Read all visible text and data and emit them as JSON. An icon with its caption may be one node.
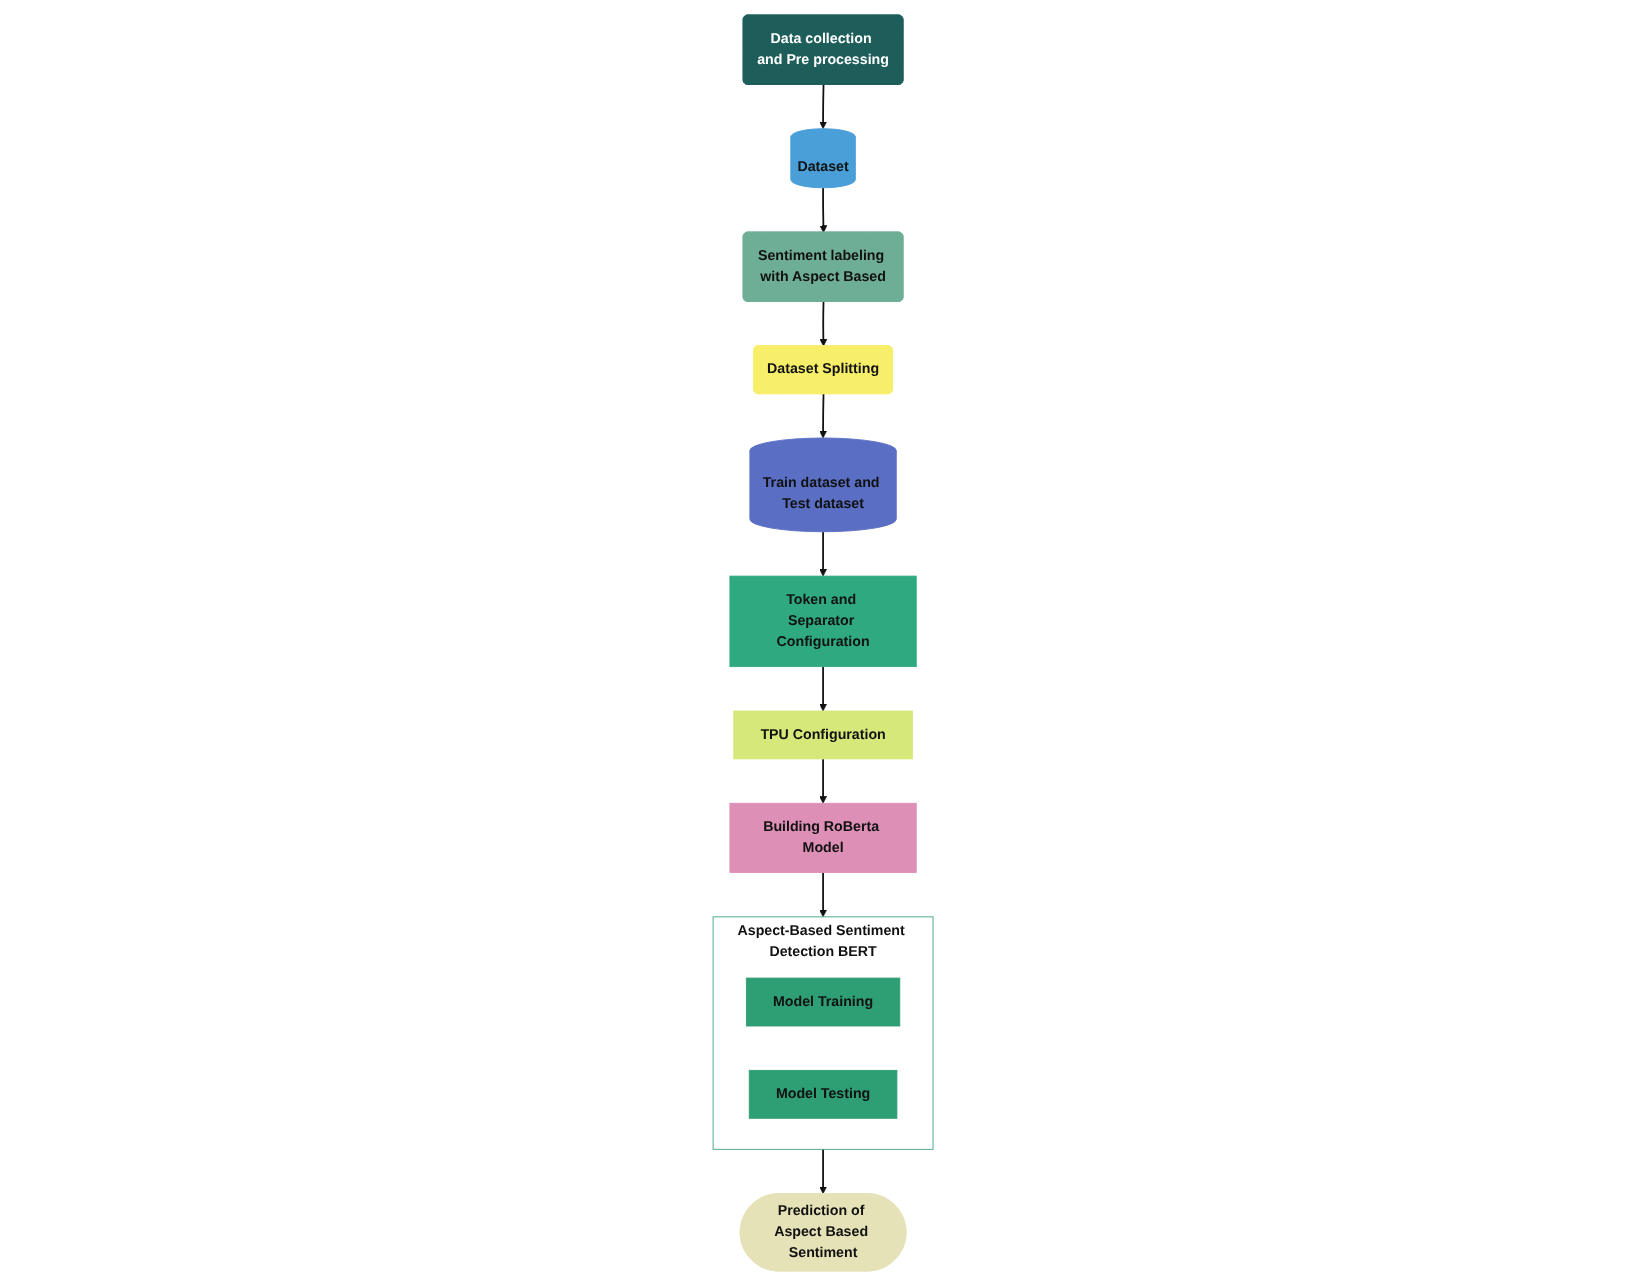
{
  "diagram": {
    "nodes": [
      {
        "text": [
          "Data collection and Pre processing"
        ]
      },
      {
        "text": [
          "Dataset"
        ]
      },
      {
        "text": [
          "Sentiment labeling with Aspect Based"
        ]
      },
      {
        "text": [
          "Dataset Splitting"
        ]
      },
      {
        "text": [
          "Train dataset and Test dataset"
        ]
      },
      {
        "text": [
          "Token and Separator Configuration"
        ]
      },
      {
        "text": [
          "TPU Configuration"
        ]
      },
      {
        "text": [
          "Building RoBerta Model"
        ]
      },
      {
        "text": [
          "Aspect-Based Sentiment Detection BERT"
        ]
      },
      {
        "text": [
          "Model Training"
        ],
        "in": 8
      },
      {
        "text": [
          "Model Testing"
        ],
        "in": 8
      },
      {
        "text": [
          "Prediction of Aspect Based Sentiment"
        ]
      }
    ],
    "edges": [
      {
        "from": 0,
        "to": 1,
        "arrow": "to"
      },
      {
        "from": 1,
        "to": 2,
        "arrow": "to"
      },
      {
        "from": 2,
        "to": 3,
        "arrow": "to"
      },
      {
        "from": 3,
        "to": 4,
        "arrow": "to"
      },
      {
        "from": 4,
        "to": 5,
        "arrow": "to"
      },
      {
        "from": 5,
        "to": 6,
        "arrow": "to"
      },
      {
        "from": 6,
        "to": 7,
        "arrow": "to"
      },
      {
        "from": 7,
        "to": 8,
        "arrow": "to"
      },
      {
        "from": 8,
        "to": 11,
        "arrow": "to"
      }
    ]
  }
}
